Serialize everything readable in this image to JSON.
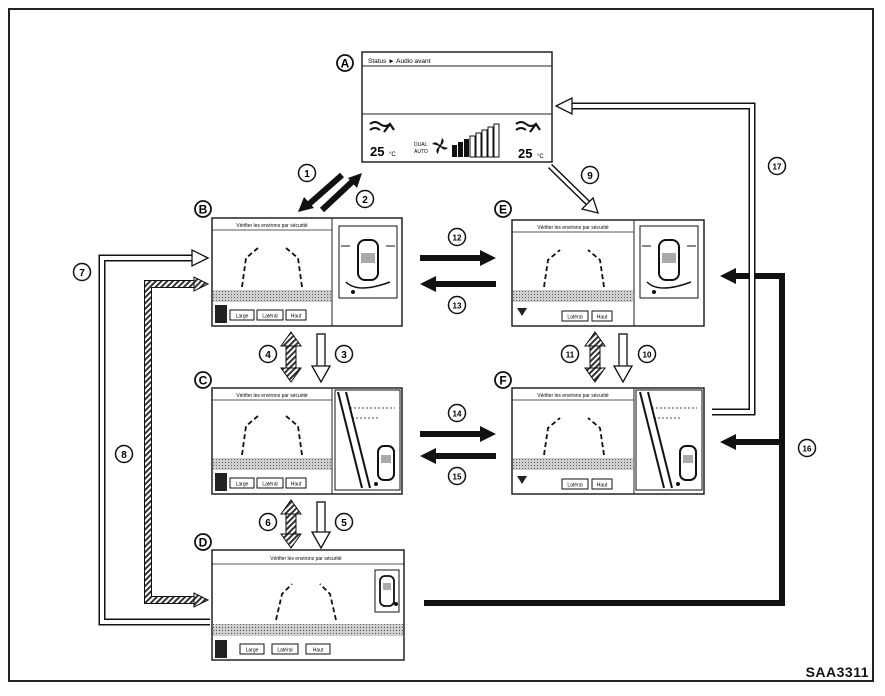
{
  "diagram": {
    "reference_code": "SAA3311",
    "screen_a": {
      "letter": "A",
      "header_text": "Status ► Audio avant",
      "temp_left": "25",
      "temp_right": "25",
      "temp_unit": "°C",
      "fan_text_1": "DUAL",
      "fan_text_2": "AUTO"
    },
    "camera_screen_title": "Vérifier les environs par sécurité",
    "buttons": {
      "large": "Large",
      "lateral": "Latéral",
      "haut": "Haut"
    },
    "screen_letters": [
      "B",
      "C",
      "D",
      "E",
      "F"
    ],
    "step_numbers": [
      "1",
      "2",
      "3",
      "4",
      "5",
      "6",
      "7",
      "8",
      "9",
      "10",
      "11",
      "12",
      "13",
      "14",
      "15",
      "16",
      "17"
    ]
  }
}
